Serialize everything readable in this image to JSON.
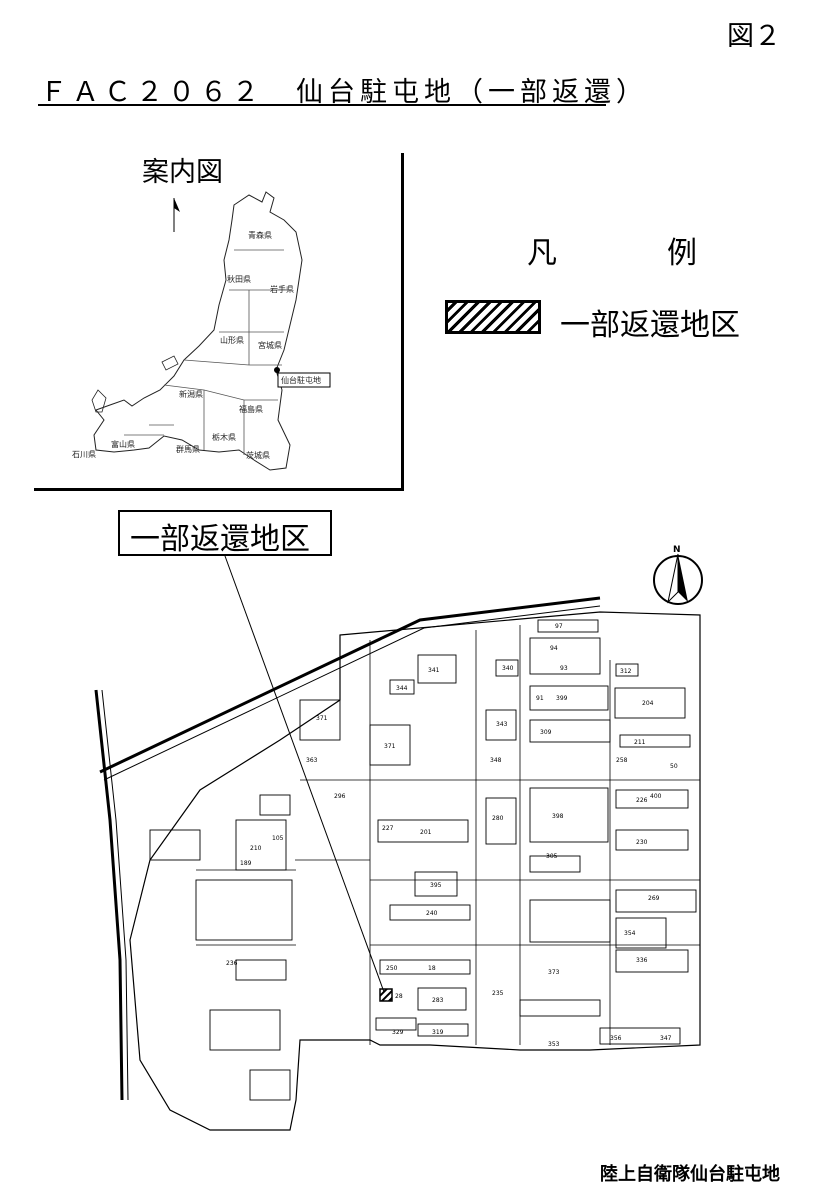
{
  "figure_label": "図２",
  "title": "ＦＡＣ２０６２　仙台駐屯地（一部返還）",
  "locator_map": {
    "title": "案内図",
    "prefectures": [
      "青森県",
      "秋田県",
      "岩手県",
      "山形県",
      "宮城県",
      "新潟県",
      "福島県",
      "富山県",
      "石川県",
      "群馬県",
      "栃木県",
      "茨城県"
    ],
    "marker_label": "仙台駐屯地"
  },
  "legend": {
    "title": "凡　例",
    "items": [
      {
        "label": "一部返還地区",
        "pattern": "diagonal-hatch"
      }
    ]
  },
  "callout_label": "一部返還地区",
  "north_arrow": "N",
  "building_numbers": [
    "97",
    "94",
    "93",
    "312",
    "341",
    "340",
    "344",
    "399",
    "204",
    "371",
    "91",
    "309",
    "211",
    "343",
    "348",
    "258",
    "50",
    "201",
    "227",
    "226",
    "400",
    "230",
    "280",
    "398",
    "305",
    "395",
    "269",
    "240",
    "354",
    "336",
    "373",
    "250",
    "18",
    "28",
    "283",
    "235",
    "329",
    "319",
    "353",
    "347",
    "356",
    "210",
    "105",
    "189",
    "236",
    "371",
    "363",
    "296"
  ],
  "footer": "陸上自衛隊仙台駐屯地",
  "colors": {
    "ink": "#000000",
    "background": "#ffffff"
  }
}
